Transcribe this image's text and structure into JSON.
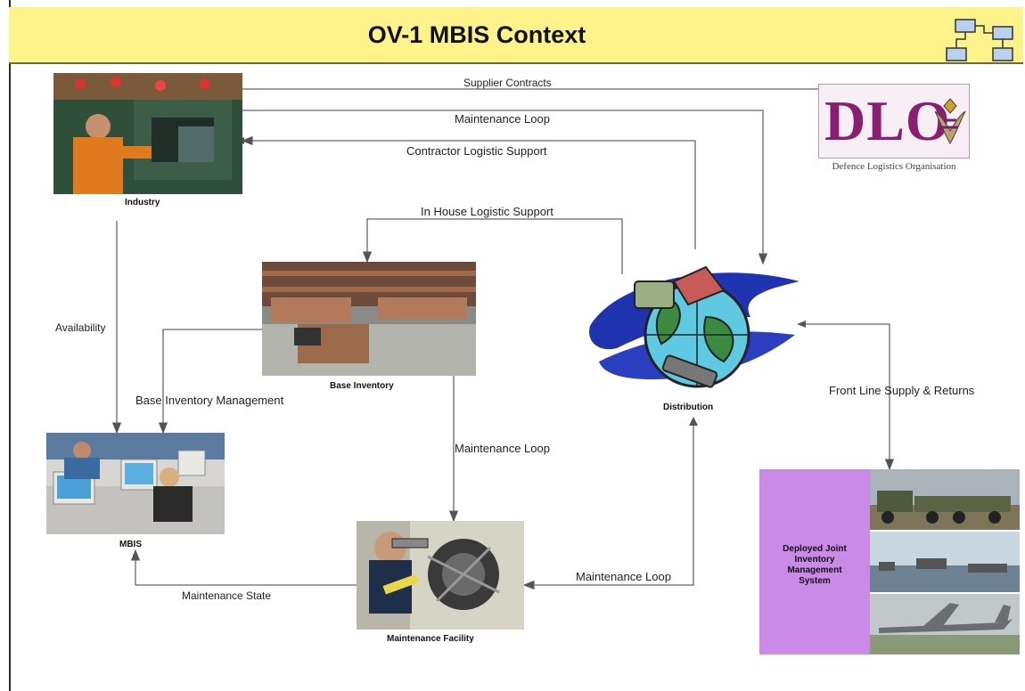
{
  "header": {
    "title": "OV-1 MBIS Context"
  },
  "logo": {
    "letters": "DLO",
    "subtitle": "Defence Logistics Organisation"
  },
  "nodes": {
    "industry": "Industry",
    "base_inventory": "Base Inventory",
    "distribution": "Distribution",
    "mbis": "MBIS",
    "maintenance_facility": "Maintenance Facility",
    "djims_line1": "Deployed Joint",
    "djims_line2": "Inventory",
    "djims_line3": "Management",
    "djims_line4": "System"
  },
  "flows": {
    "supplier_contracts": "Supplier Contracts",
    "maintenance_loop_top": "Maintenance Loop",
    "contractor_logistic_support": "Contractor Logistic Support",
    "in_house_logistic_support": "In House Logistic Support",
    "availability": "Availability",
    "base_inventory_management": "Base Inventory Management",
    "maintenance_loop_mid": "Maintenance Loop",
    "maintenance_loop_bottom": "Maintenance Loop",
    "maintenance_state": "Maintenance State",
    "front_line_supply": "Front Line Supply & Returns"
  }
}
